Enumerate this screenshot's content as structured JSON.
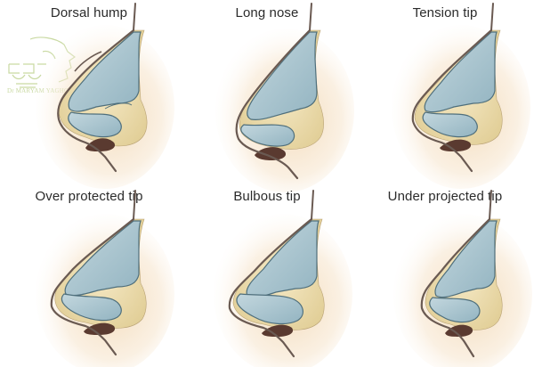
{
  "diagrams": [
    {
      "label": "Dorsal hump"
    },
    {
      "label": "Long nose"
    },
    {
      "label": "Tension tip"
    },
    {
      "label": "Over protected tip"
    },
    {
      "label": "Bulbous tip"
    },
    {
      "label": "Under projected tip"
    }
  ],
  "watermark": {
    "text": "Dr MARYAM YAGHOOBI"
  },
  "colors": {
    "skin_line": "#6a5a52",
    "skin_shadow": "#e9c9a6",
    "cartilage_fill": "#a9c6d0",
    "cartilage_stroke": "#4f6f7c",
    "fat_fill": "#ecdcae",
    "nostril_fill": "#5a3a30",
    "watermark": "#c9d9a2"
  }
}
